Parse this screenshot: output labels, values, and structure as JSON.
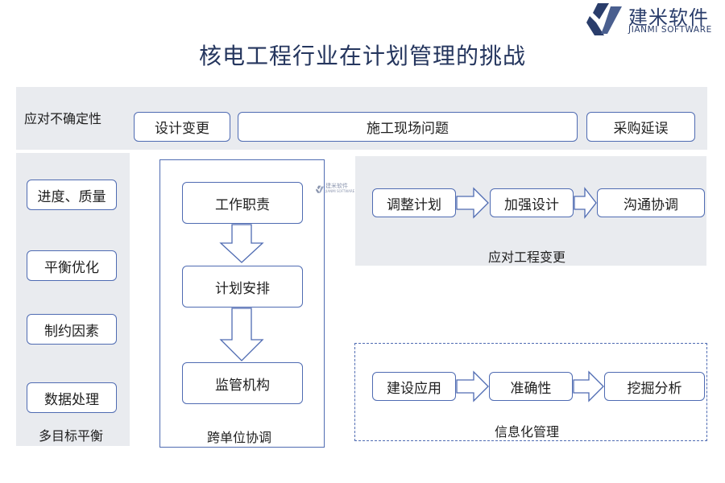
{
  "logo": {
    "cn": "建米软件",
    "en": "JIANMI SOFTWARE",
    "color": "#2a3d6b"
  },
  "watermark": {
    "cn": "建米软件",
    "en": "JIANMI SOFTWARE"
  },
  "title": "核电工程行业在计划管理的挑战",
  "uncertainty": {
    "label": "应对不确定性",
    "items": [
      "设计变更",
      "施工现场问题",
      "采购延误"
    ]
  },
  "multi_objective": {
    "label": "多目标平衡",
    "items": [
      "进度、质量",
      "平衡优化",
      "制约因素",
      "数据处理"
    ]
  },
  "cross_unit": {
    "label": "跨单位协调",
    "items": [
      "工作职责",
      "计划安排",
      "监管机构"
    ]
  },
  "change_response": {
    "label": "应对工程变更",
    "items": [
      "调整计划",
      "加强设计",
      "沟通协调"
    ]
  },
  "informatization": {
    "label": "信息化管理",
    "items": [
      "建设应用",
      "准确性",
      "挖掘分析"
    ]
  },
  "colors": {
    "border": "#4f6bb2",
    "panel": "#e9ebef",
    "title": "#25365e"
  }
}
